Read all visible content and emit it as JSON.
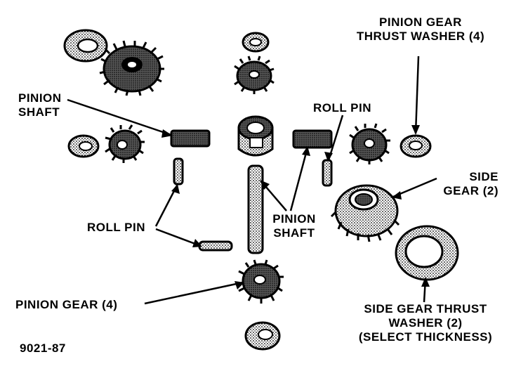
{
  "labels": {
    "pinion_gear_thrust_washer": [
      "PINION GEAR",
      "THRUST WASHER (4)"
    ],
    "pinion_shaft_left": [
      "PINION",
      "SHAFT"
    ],
    "roll_pin_top": "ROLL PIN",
    "side_gear": [
      "SIDE",
      "GEAR (2)"
    ],
    "pinion_shaft_center": [
      "PINION",
      "SHAFT"
    ],
    "roll_pin_left": "ROLL PIN",
    "pinion_gear": "PINION GEAR (4)",
    "side_gear_thrust_washer": [
      "SIDE GEAR THRUST",
      "WASHER (2)",
      "(SELECT THICKNESS)"
    ],
    "figure_id": "9021-87"
  },
  "colors": {
    "ink": "#000000",
    "paper": "#ffffff",
    "shade": "#6a6a6a"
  },
  "icons": {
    "washer": "side-gear-thrust-washer-icon",
    "gear": "pinion-gear-icon",
    "pin": "roll-pin-icon",
    "shaft": "pinion-shaft-icon",
    "case": "differential-case-icon"
  }
}
